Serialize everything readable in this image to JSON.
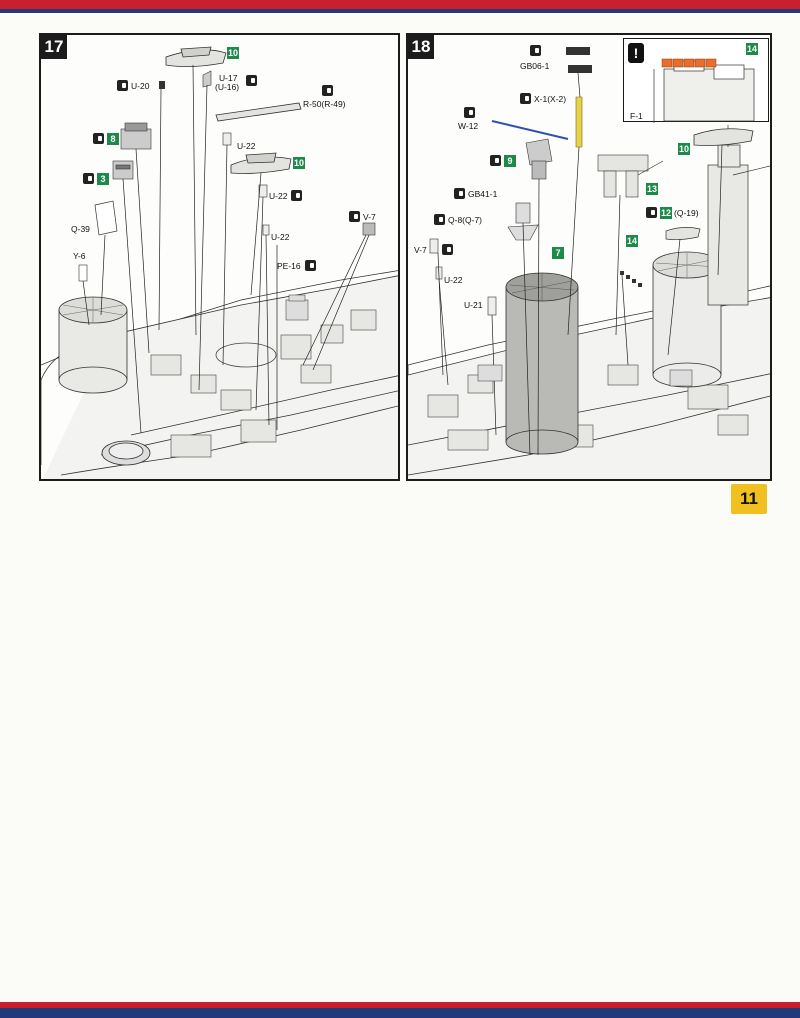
{
  "page": {
    "number": "11"
  },
  "colors": {
    "header_red": "#c8202d",
    "header_blue": "#233a7a",
    "badge_green": "#1e8a4a",
    "page_num_yellow": "#f0c020"
  },
  "step17": {
    "number": "17",
    "labels": {
      "u20": "U-20",
      "u17": "U-17",
      "u16": "(U-16)",
      "r50": "R-50(R-49)",
      "u22a": "U-22",
      "u22b": "U-22",
      "u22c": "U-22",
      "pe16": "PE-16",
      "v7": "V-7",
      "q39": "Q-39",
      "y6": "Y-6"
    },
    "badges": {
      "b10a": "10",
      "b10b": "10",
      "b8": "8",
      "b3": "3"
    }
  },
  "step18": {
    "number": "18",
    "labels": {
      "gb061": "GB06-1",
      "x1": "X-1(X-2)",
      "w12": "W-12",
      "gb411": "GB41-1",
      "q8": "Q-8(Q-7)",
      "v7": "V-7",
      "u22": "U-22",
      "u21": "U-21",
      "q19": "(Q-19)",
      "f1": "F-1"
    },
    "badges": {
      "b14a": "14",
      "b10": "10",
      "b9": "9",
      "b13": "13",
      "b12": "12",
      "b7": "7",
      "b14b": "14"
    },
    "inset": {
      "warning": "!"
    }
  }
}
